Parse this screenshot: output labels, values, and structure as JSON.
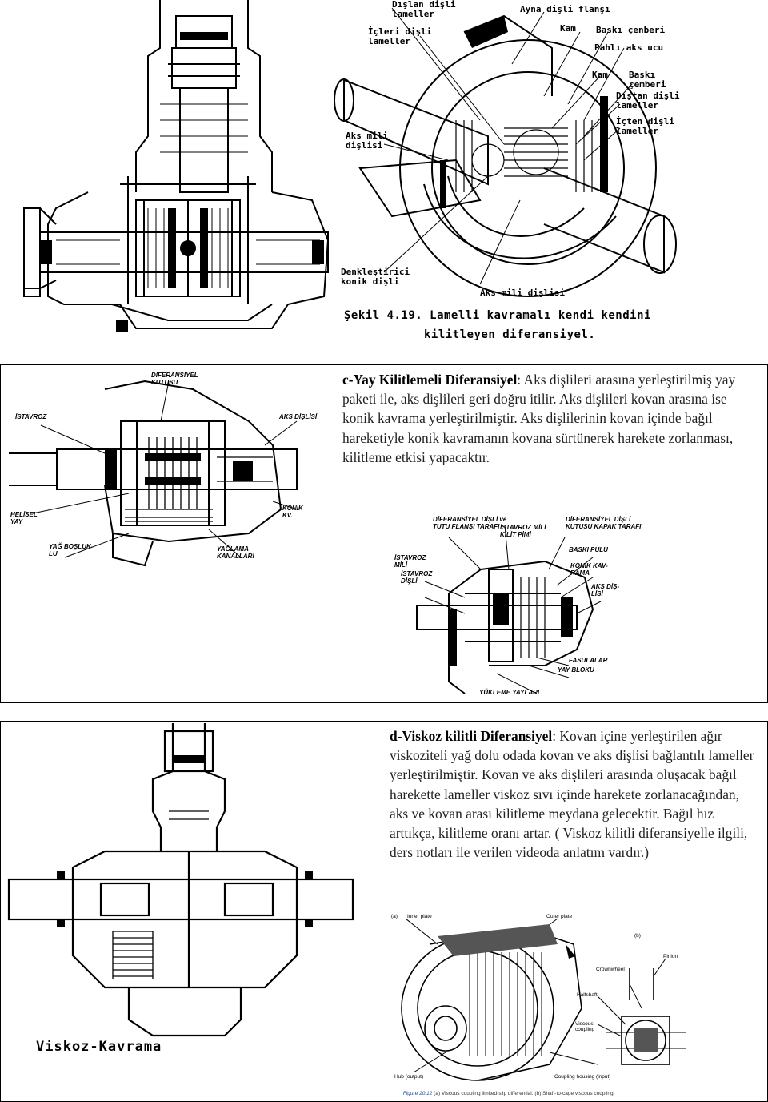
{
  "fig419": {
    "labels": {
      "dislan_disli_lameller": "Dışlan dişli\nlameller",
      "ayna_disli_flansi": "Ayna dişli flanşı",
      "kam_top": "Kam",
      "baski_cenberi_top": "Baskı çenberi",
      "pahli_aks_ucu": "Pahlı aks ucu",
      "icleri_disli_lameller": "İçleri dişli\nlameller",
      "kam_mid": "Kam",
      "baski_cemberi_right": "Baskı\nçemberi",
      "distan_disli_lameller_right": "Dıştan dişli\nlameller",
      "icten_disli_lameller": "İçten dişli\nlameller",
      "aks_mili_dislisi_left": "Aks mili\ndişlisi",
      "denklestirici_konik_disli": "Denkleştirici\nkonik dişli",
      "aks_mili_dislisi_bottom": "Aks mili dişlisi"
    },
    "caption_line1": "Şekil 4.19. Lamelli kavramalı kendi kendini",
    "caption_line2": "kilitleyen diferansiyel."
  },
  "section_c": {
    "title": "c-Yay Kilitlemeli Diferansiyel",
    "body": ": Aks dişlileri arasına yerleştirilmiş yay paketi ile, aks dişlileri geri doğru itilir. Aks dişlileri kovan arasına ise konik kavrama yerleştirilmiştir. Aks dişlilerinin kovan içinde bağıl hareketiyle konik kavramanın kovana sürtünerek harekete zorlanması, kilitleme etkisi yapacaktır.",
    "left_labels": {
      "diferansiyel_kutusu": "DİFERANSİYEL\nKUTUSU",
      "istavroz": "İSTAVROZ",
      "aks_dislisi": "AKS DİŞLİSİ",
      "helisel_yay": "HELİSEL\nYAY",
      "konik_kav": "KONİK\nKV.",
      "yag_bosluk": "YAĞ BOŞLUK-\nLU",
      "yaglama_kanallari": "YAĞLAMA\nKANALLARI"
    },
    "right_labels": {
      "diferansiyel_disli_tarafi": "DİFERANSİYEL DİŞLİ ve\nTUTU FLANŞI TARAFI",
      "istavroz_mili_kilit_pimi": "İSTAVROZ MİLİ\nKİLİT PİMİ",
      "diferansiyel_kapak": "DİFERANSİYEL DİŞLİ\nKUTUSU KAPAK TARAFI",
      "istavroz_mili": "İSTAVROZ\nMİLİ",
      "baski_pulu": "BASKI PULU",
      "istavroz_disli": "İSTAVROZ\nDİŞLİ",
      "konik_kavrama": "KONİK KAV-\nRAMA",
      "aks_dislisi": "AKS DİŞ-\nLİSİ",
      "fasulalar": "FASULALAR",
      "yay_bloku": "YAY BLOKU",
      "yukleme_yaylari": "YÜKLEME YAYLARI"
    }
  },
  "section_d": {
    "title": "d-Viskoz kilitli Diferansiyel",
    "body": ": Kovan içine yerleştirilen ağır viskoziteli yağ dolu odada kovan ve aks dişlisi bağlantılı lameller yerleştirilmiştir. Kovan ve aks dişlileri arasında oluşacak bağıl harekette lameller viskoz sıvı içinde harekete zorlanacağından, aks ve kovan arası kilitleme meydana gelecektir. Bağıl hız arttıkça, kilitleme oranı artar. ( Viskoz kilitli diferansiyelle ilgili, ders notları ile verilen videoda anlatım vardır.)",
    "left_caption": "Viskoz-Kavrama",
    "figure": {
      "label_a": "(a)",
      "label_b": "(b)",
      "inner_plate": "Inner plate",
      "outer_plate": "Outer plate",
      "pinion": "Pinion",
      "crownwheel": "Crownwheel",
      "halfshaft": "Halfshaft",
      "viscous_coupling": "Viscous\ncoupling",
      "hub_output": "Hub (output)",
      "coupling_housing": "Coupling housing (input)",
      "caption_fig": "Figure 20.12",
      "caption_text": " (a) Viscous coupling limited-slip differential. (b) Shaft-to-cage viscous coupling."
    }
  }
}
